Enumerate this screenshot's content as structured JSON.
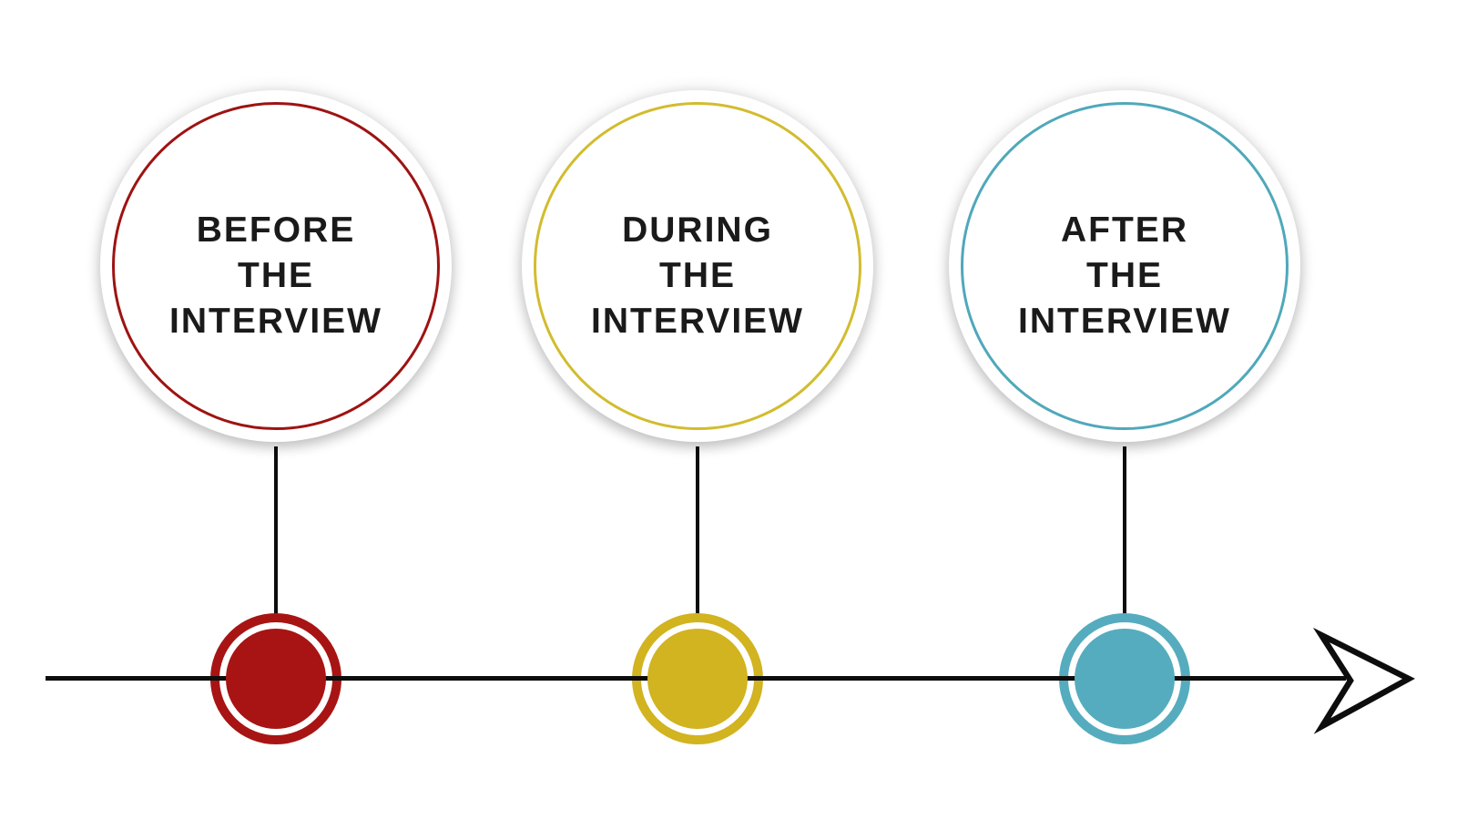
{
  "diagram": {
    "type": "timeline-process",
    "orientation": "horizontal",
    "steps": [
      {
        "label": "BEFORE THE INTERVIEW",
        "lines": [
          "BEFORE",
          "THE",
          "INTERVIEW"
        ],
        "ring_color": "#9E1312",
        "dot_color": "#A81414"
      },
      {
        "label": "DURING THE INTERVIEW",
        "lines": [
          "DURING",
          "THE",
          "INTERVIEW"
        ],
        "ring_color": "#D2BC2E",
        "dot_color": "#D2B320"
      },
      {
        "label": "AFTER THE INTERVIEW",
        "lines": [
          "AFTER",
          "THE",
          "INTERVIEW"
        ],
        "ring_color": "#4FA8BA",
        "dot_color": "#55ACBE"
      }
    ],
    "timeline": {
      "line_color": "#0D0D0D",
      "arrowhead": "open-right-chevron"
    },
    "colors": {
      "background": "#FFFFFF",
      "text": "#1A1A1A"
    }
  }
}
